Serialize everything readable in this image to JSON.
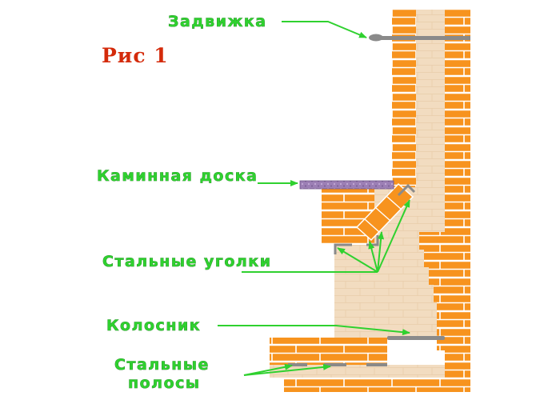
{
  "figure_label": "Рис 1",
  "labels": {
    "damper": "Задвижка",
    "mantel": "Каминная доска",
    "steel_angles": "Стальные уголки",
    "grate": "Колосник",
    "steel_strips_line1": "Стальные",
    "steel_strips_line2": "полосы"
  },
  "colors": {
    "brick": "#f7931e",
    "brick_outline": "#ffffff",
    "firebrick": "#f2dcc0",
    "label_fill": "#2fd12f",
    "figure_label": "#d42a0a",
    "steel": "#8a8a8a",
    "mantel_board": "#9c7fb5"
  }
}
